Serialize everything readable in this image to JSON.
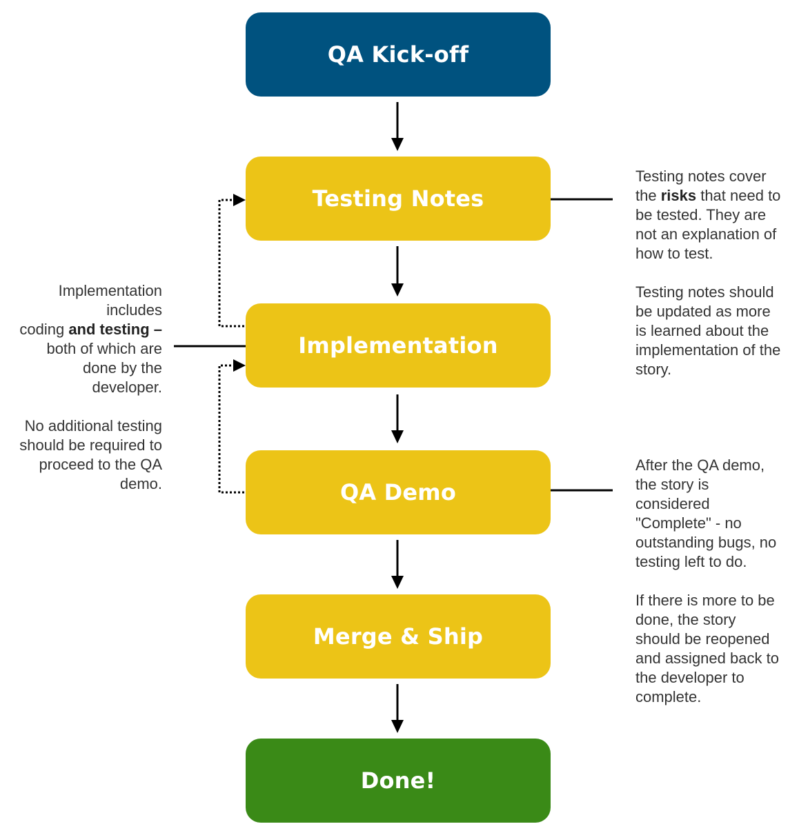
{
  "steps": {
    "kickoff": "QA Kick-off",
    "testing_notes": "Testing Notes",
    "implementation": "Implementation",
    "qa_demo": "QA Demo",
    "merge_ship": "Merge & Ship",
    "done": "Done!"
  },
  "colors": {
    "kickoff": "#00527f",
    "process": "#ecc417",
    "done": "#3a8a17",
    "connector": "#000000",
    "note_text": "#333333"
  },
  "notes": {
    "testing_notes": {
      "p1_pre": "Testing notes cover\nthe ",
      "p1_bold": "risks",
      "p1_post": " that need to\nbe tested. They are\nnot an explanation of\nhow to test.",
      "p2": "Testing notes should\nbe updated as more\nis learned about the\nimplementation of the\nstory."
    },
    "implementation": {
      "p1_pre": "Implementation\nincludes\ncoding ",
      "p1_bold": "and testing –",
      "p1_post": "\nboth of which are\ndone by the\ndeveloper.",
      "p2": "No additional testing\nshould be required to\nproceed to the QA\ndemo."
    },
    "qa_demo": {
      "p1": "After the QA demo,\nthe story is\nconsidered\n\"Complete\" - no\noutstanding bugs, no\ntesting left to do.",
      "p2": "If there is more to be\ndone, the story\nshould be reopened\nand assigned back to\nthe developer to\ncomplete."
    }
  }
}
